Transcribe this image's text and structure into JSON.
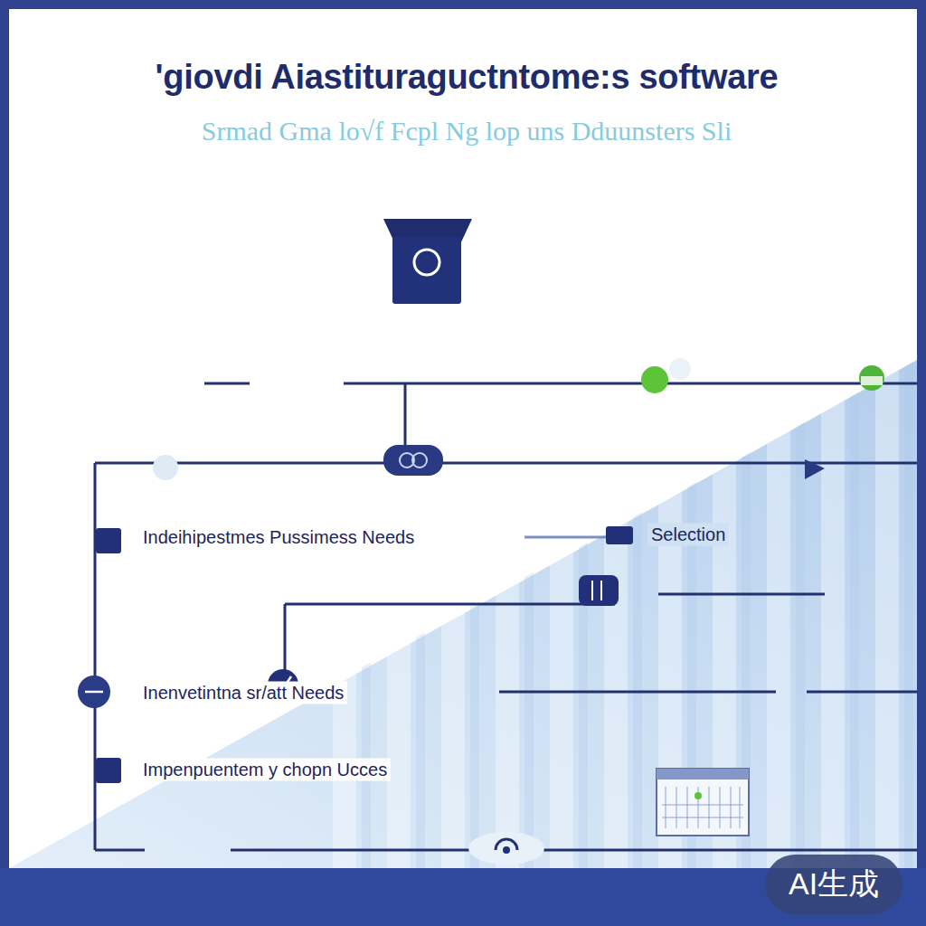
{
  "diagram": {
    "title": "'giovdi Aiastituraguctntome:s software",
    "labels": [
      "Srmad Gma lo√f Fcpl Ng lop uns Dduunsters Sli",
      "Indeihipestmes Pussimess Needs",
      "Selection",
      "Inenvetintna sr/att Needs",
      "Impenpuentem y chopn Ucces",
      "AI生成"
    ]
  }
}
